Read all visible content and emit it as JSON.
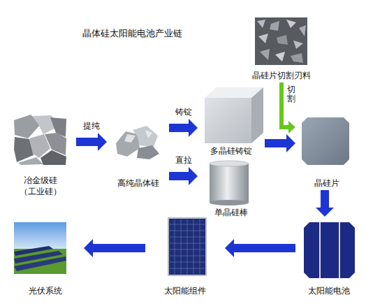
{
  "diagram": {
    "title": "晶体硅太阳能电池产业链",
    "nodes": [
      {
        "text": [
          "冶金级硅 （工业硅）"
        ]
      },
      {
        "text": [
          "高纯晶体硅"
        ]
      },
      {
        "text": [
          "多晶硅铸锭"
        ]
      },
      {
        "text": [
          "单晶硅棒"
        ]
      },
      {
        "text": [
          "晶硅片切割刃料"
        ]
      },
      {
        "text": [
          "晶硅片"
        ]
      },
      {
        "text": [
          "太阳能电池"
        ]
      },
      {
        "text": [
          "太阳能组件"
        ]
      },
      {
        "text": [
          "光伏系统"
        ]
      }
    ],
    "edges": [
      {
        "from": 0,
        "to": 1,
        "arrow": "to",
        "label": "提纯"
      },
      {
        "from": 1,
        "to": 2,
        "arrow": "to",
        "label": "铸锭"
      },
      {
        "from": 1,
        "to": 3,
        "arrow": "to",
        "label": "直拉"
      },
      {
        "from": 2,
        "to": 5,
        "arrow": "to"
      },
      {
        "from": 4,
        "to": 5,
        "arrow": "to",
        "label": "切割"
      },
      {
        "from": 5,
        "to": 6,
        "arrow": "to"
      },
      {
        "from": 6,
        "to": 7,
        "arrow": "to"
      },
      {
        "from": 7,
        "to": 8,
        "arrow": "to"
      }
    ]
  }
}
